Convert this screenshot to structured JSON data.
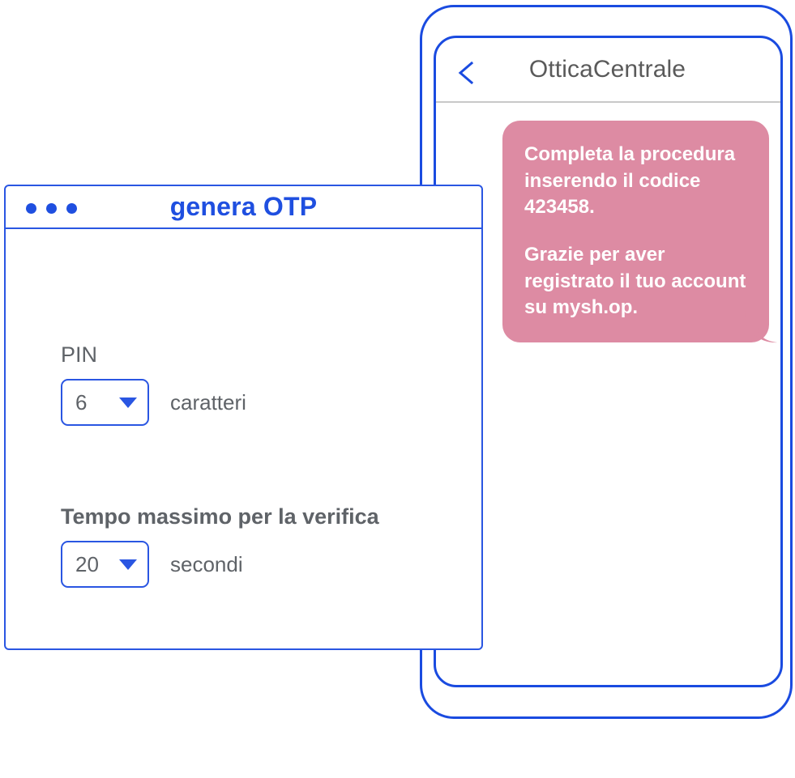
{
  "phone": {
    "header": {
      "back_icon": "chevron-left-icon",
      "title": "OtticaCentrale"
    },
    "message": {
      "paragraph_1": "Completa la procedura inserendo il codice 423458.",
      "paragraph_2": "Grazie per aver registrato il tuo account su mysh.op.",
      "bubble_color": "#dd8ba3",
      "text_color": "#ffffff"
    }
  },
  "otp_window": {
    "title": "genera OTP",
    "title_color": "#1f4fe0",
    "window_dots": [
      "dot-1",
      "dot-2",
      "dot-3"
    ],
    "fields": [
      {
        "label": "PIN",
        "value": "6",
        "unit": "caratteri",
        "bold_label": false
      },
      {
        "label": "Tempo massimo per la verifica",
        "value": "20",
        "unit": "secondi",
        "bold_label": true
      }
    ]
  },
  "colors": {
    "accent_blue": "#1a4be0",
    "border_blue": "#2a56e2",
    "label_gray": "#5f6368",
    "divider_gray": "#c8c8c8"
  }
}
